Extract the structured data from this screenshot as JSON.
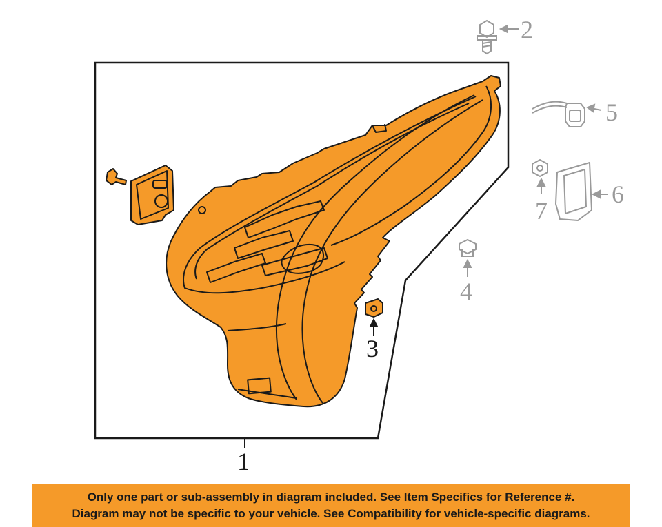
{
  "callouts": {
    "c1": "1",
    "c2": "2",
    "c3": "3",
    "c4": "4",
    "c5": "5",
    "c6": "6",
    "c7": "7"
  },
  "banner": {
    "line1": "Only one part or sub-assembly in diagram included. See Item Specifics for Reference #.",
    "line2": "Diagram may not be specific to your vehicle. See Compatibility for vehicle-specific diagrams."
  },
  "colors": {
    "part_fill": "#f59a29",
    "line_dark": "#1a1a1a",
    "line_gray": "#9a9a9a",
    "banner_bg": "#f59a29"
  }
}
